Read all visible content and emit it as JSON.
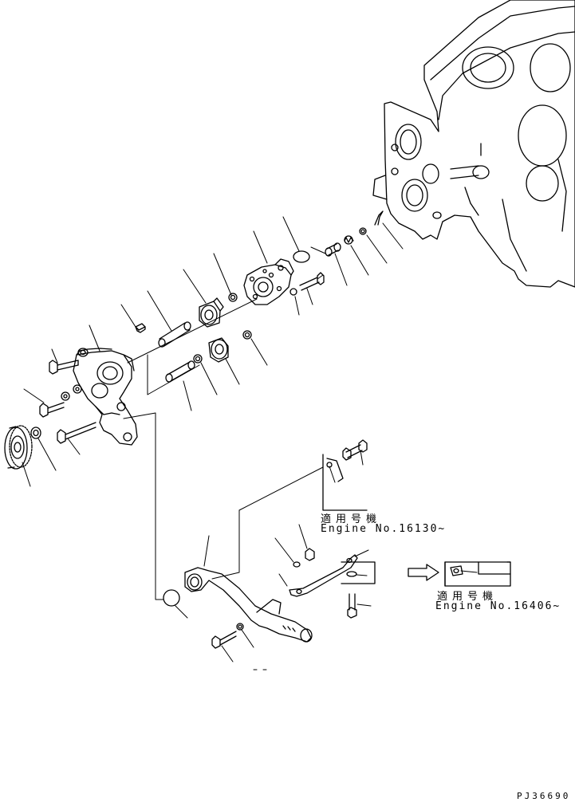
{
  "notes": {
    "applicable_1_jp": "適用号機",
    "engine_no_1": "Engine No.16130~",
    "applicable_2_jp": "適用号機",
    "engine_no_2": "Engine No.16406~"
  },
  "drawing_code": "PJ36690"
}
